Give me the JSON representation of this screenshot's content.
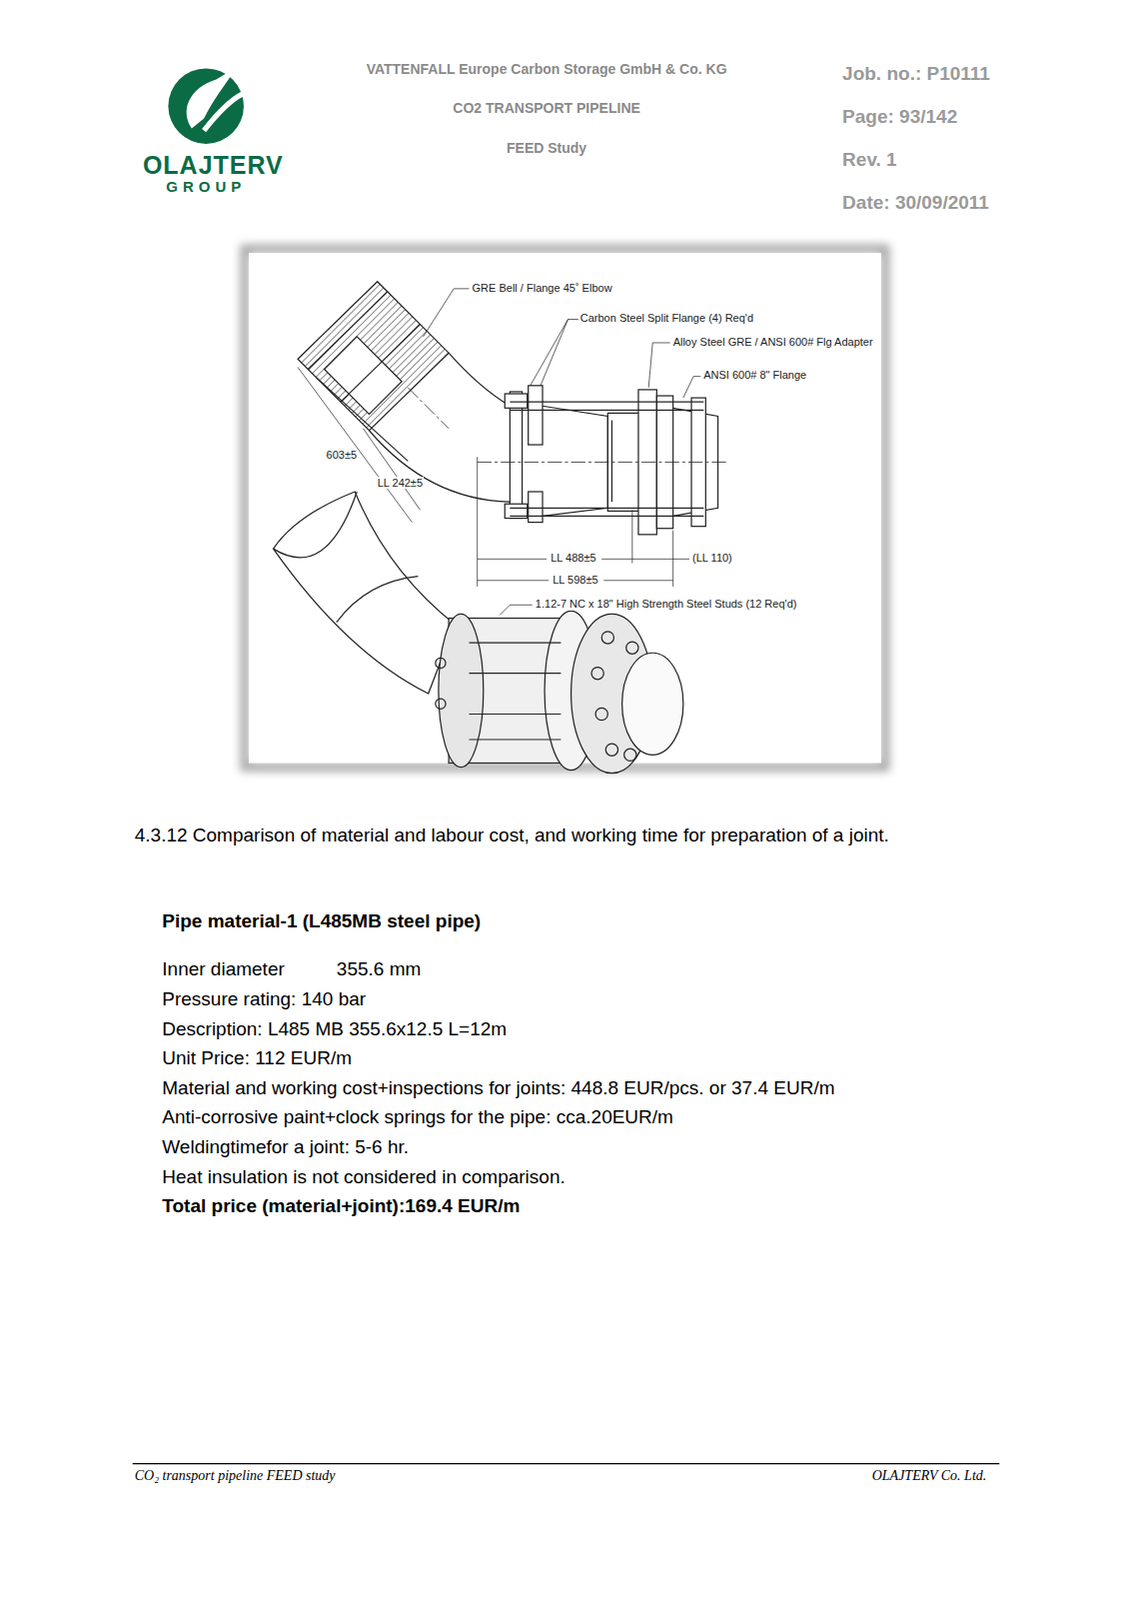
{
  "diagram": {
    "title": "4.3.12 Comparison of material and labour cost, and working time for preparation of a joint.",
    "labels": [
      "OLAJTERV",
      "GROUP",
      "VATTENFALL Europe Carbon Storage GmbH & Co. KG",
      "CO2 TRANSPORT PIPELINE",
      "FEED Study",
      "Job. no.: P10111",
      "Page: 93/142",
      "Rev. 1",
      "Date: 30/09/2011",
      "GRE Bell / Flange 45˚ Elbow",
      "Carbon Steel Split Flange (4) Req'd",
      "Alloy Steel GRE / ANSI 600# Flg Adapter",
      "ANSI 600# 8\" Flange",
      "603±5",
      "LL 242±5",
      "LL 488±5",
      "(LL 110)",
      "LL 598±5",
      "1.12-7 NC x 18\" High Strength Steel Studs (12 Req'd)",
      "Pipe material-1 (L485MB steel pipe)",
      "Inner diameter",
      "355.6 mm",
      "Pressure rating: 140 bar",
      "Description: L485 MB 355.6x12.5 L=12m",
      "Unit Price: 112 EUR/m",
      "Material and working cost+inspections for joints: 448.8 EUR/pcs. or 37.4 EUR/m",
      "Anti-corrosive paint+clock springs for the pipe: cca.20EUR/m",
      "Weldingtimefor a joint: 5-6 hr.",
      "Heat insulation is not considered in comparison.",
      "Total price (material+joint):169.4 EUR/m",
      "CO₂ transport pipeline FEED study",
      "OLAJTERV Co. Ltd."
    ]
  }
}
